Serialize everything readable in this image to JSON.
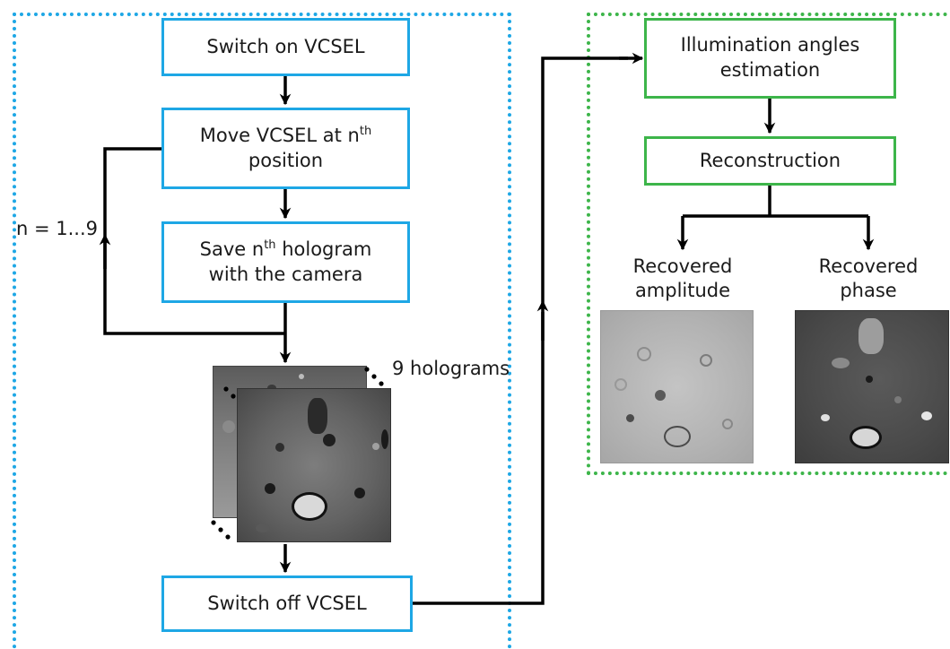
{
  "diagram": {
    "nodes": {
      "switch_on": {
        "text": "Switch on VCSEL"
      },
      "move": {
        "line1_pre": "Move VCSEL at n",
        "line1_sup": "th",
        "line2": "position"
      },
      "save": {
        "line1_pre": "Save n",
        "line1_sup": "th",
        "line1_post": " hologram",
        "line2": "with the camera"
      },
      "switch_off": {
        "text": "Switch off VCSEL"
      },
      "illumination": {
        "line1": "Illumination angles",
        "line2": "estimation"
      },
      "reconstruction": {
        "text": "Reconstruction"
      }
    },
    "labels": {
      "loop_range": "n = 1...9",
      "holograms_count": "9 holograms",
      "amplitude_line1": "Recovered",
      "amplitude_line2": "amplitude",
      "phase_line1": "Recovered",
      "phase_line2": "phase"
    },
    "images": {
      "holograms": "hologram-stack",
      "amplitude": "recovered-amplitude-image",
      "phase": "recovered-phase-image"
    }
  },
  "colors": {
    "acquisition_border": "#1ea7e5",
    "processing_border": "#3db54a",
    "arrow": "#000000",
    "text": "#1a1a1a"
  }
}
